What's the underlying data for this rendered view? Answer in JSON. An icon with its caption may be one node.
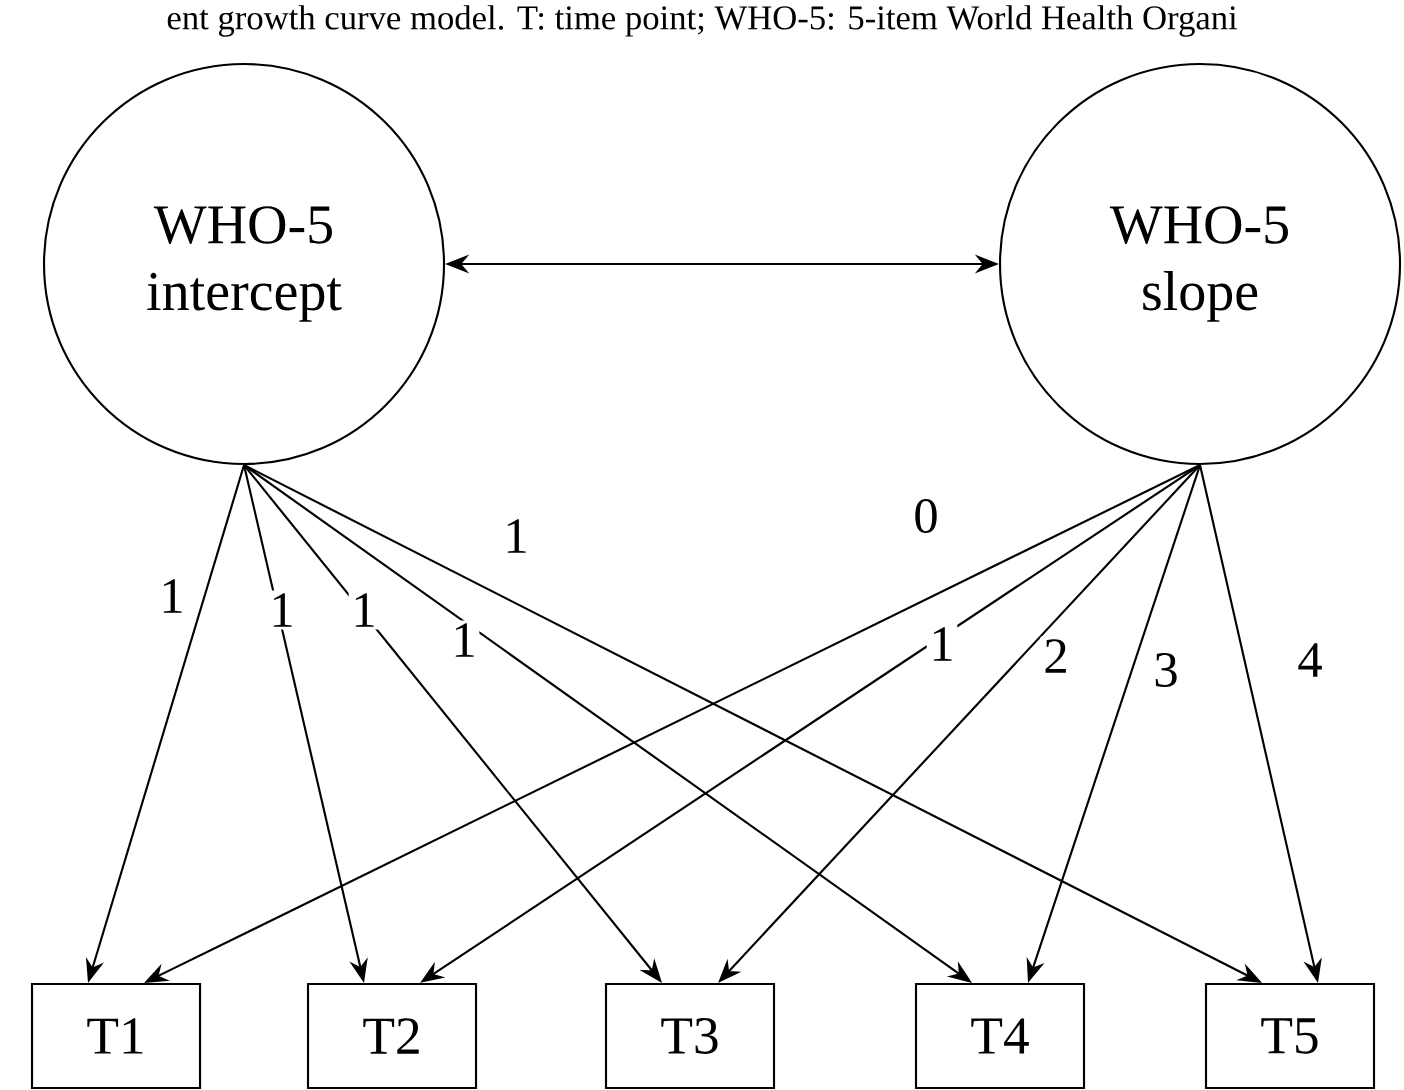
{
  "diagram": {
    "caption": "ent growth curve model. T: time point; WHO-5: 5-item World Health Organi",
    "nodes": [
      {
        "text": [
          "WHO-5 intercept"
        ]
      },
      {
        "text": [
          "WHO-5 slope"
        ]
      },
      {
        "text": [
          "T1"
        ]
      },
      {
        "text": [
          "T2"
        ]
      },
      {
        "text": [
          "T3"
        ]
      },
      {
        "text": [
          "T4"
        ]
      },
      {
        "text": [
          "T5"
        ]
      }
    ],
    "edges": [
      {
        "from": 0,
        "to": 1,
        "arrow": "both"
      },
      {
        "from": 0,
        "to": 2,
        "arrow": "to",
        "label": "1"
      },
      {
        "from": 0,
        "to": 3,
        "arrow": "to",
        "label": "1"
      },
      {
        "from": 0,
        "to": 4,
        "arrow": "to",
        "label": "1"
      },
      {
        "from": 0,
        "to": 5,
        "arrow": "to",
        "label": "1"
      },
      {
        "from": 0,
        "to": 6,
        "arrow": "to",
        "label": "1"
      },
      {
        "from": 1,
        "to": 2,
        "arrow": "to",
        "label": "0"
      },
      {
        "from": 1,
        "to": 3,
        "arrow": "to",
        "label": "1"
      },
      {
        "from": 1,
        "to": 4,
        "arrow": "to",
        "label": "2"
      },
      {
        "from": 1,
        "to": 5,
        "arrow": "to",
        "label": "3"
      },
      {
        "from": 1,
        "to": 6,
        "arrow": "to",
        "label": "4"
      }
    ]
  }
}
